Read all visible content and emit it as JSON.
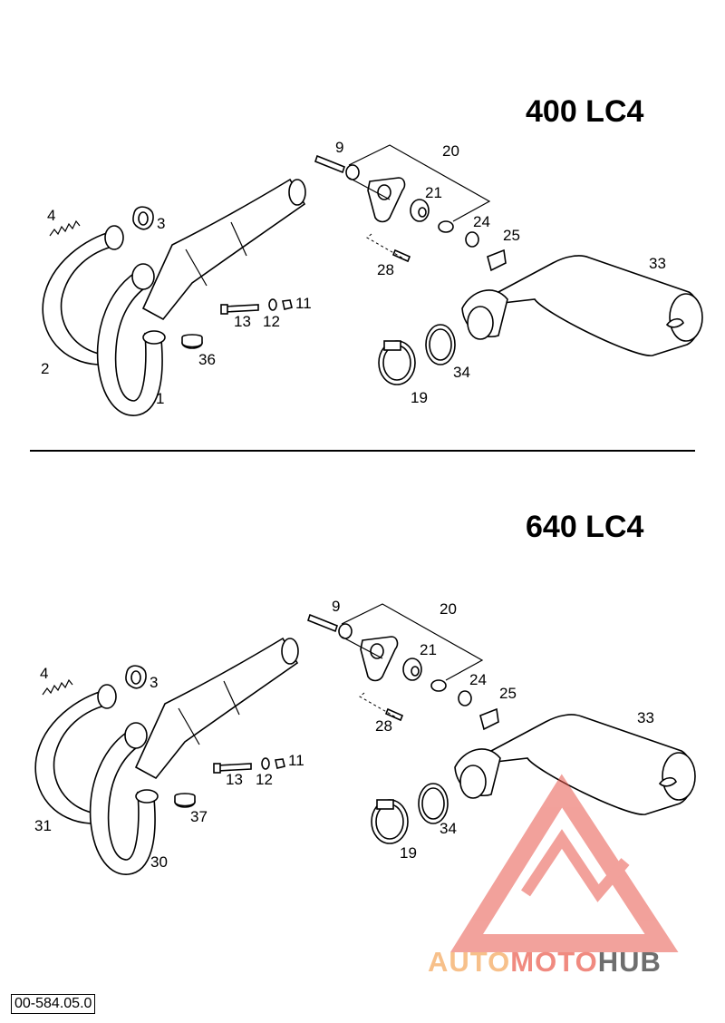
{
  "sections": [
    {
      "title": "400 LC4",
      "labels": {
        "p1": "1",
        "p2": "2",
        "p3": "3",
        "p4": "4",
        "p9": "9",
        "p11": "11",
        "p12": "12",
        "p13": "13",
        "p19": "19",
        "p20": "20",
        "p21": "21",
        "p24": "24",
        "p25": "25",
        "p28": "28",
        "p33": "33",
        "p34": "34",
        "p36": "36"
      }
    },
    {
      "title": "640 LC4",
      "labels": {
        "p30": "30",
        "p31": "31",
        "p3": "3",
        "p4": "4",
        "p9": "9",
        "p11": "11",
        "p12": "12",
        "p13": "13",
        "p19": "19",
        "p20": "20",
        "p21": "21",
        "p24": "24",
        "p25": "25",
        "p28": "28",
        "p33": "33",
        "p34": "34",
        "p37": "37"
      }
    }
  ],
  "doc_ref": "00-584.05.0",
  "watermark": {
    "part1": "AUTO",
    "part2": "MOTO",
    "part3": "HUB",
    "colors": {
      "auto": "#f7c08a",
      "moto": "#f08a80",
      "hub": "#6e6e6e",
      "logo": "#e8554b"
    }
  }
}
